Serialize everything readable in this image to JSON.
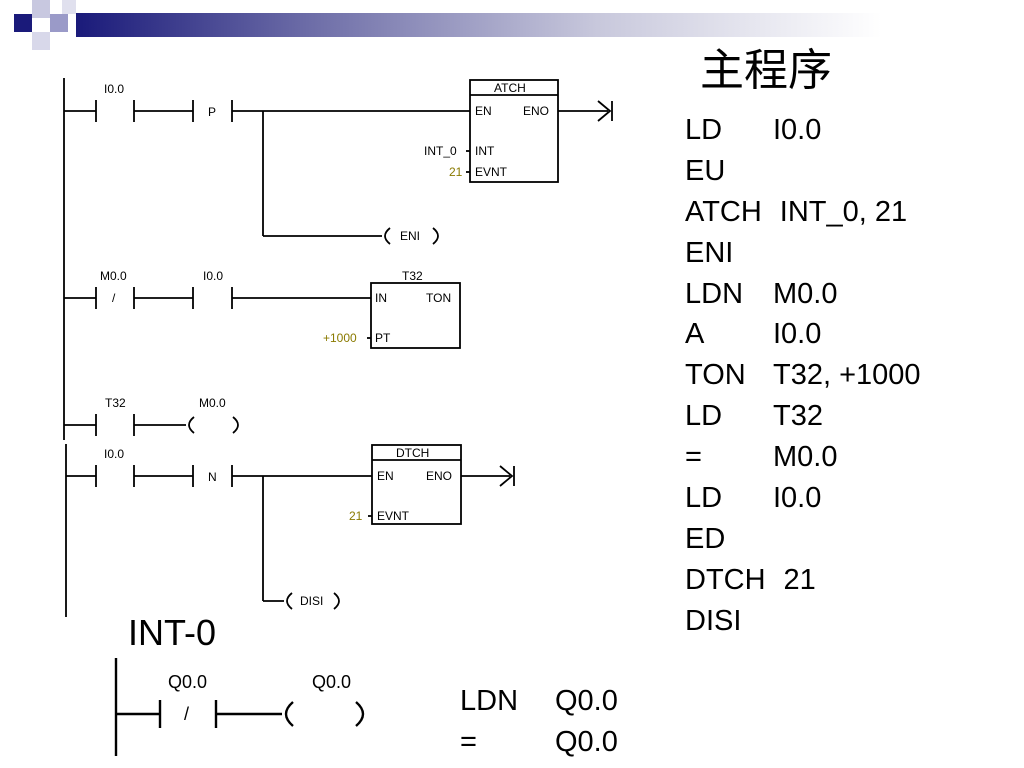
{
  "slide": {
    "title": "主程序",
    "subroutine_title": "INT-0"
  },
  "il_main": [
    {
      "op": "LD",
      "arg": "I0.0"
    },
    {
      "op": "EU",
      "arg": ""
    },
    {
      "op": "ATCH",
      "arg": "INT_0, 21"
    },
    {
      "op": "ENI",
      "arg": ""
    },
    {
      "op": "LDN",
      "arg": "M0.0"
    },
    {
      "op": "A",
      "arg": "I0.0"
    },
    {
      "op": "TON",
      "arg": "T32, +1000"
    },
    {
      "op": "LD",
      "arg": "T32"
    },
    {
      "op": "=",
      "arg": "M0.0"
    },
    {
      "op": "LD",
      "arg": "I0.0"
    },
    {
      "op": "ED",
      "arg": ""
    },
    {
      "op": "DTCH",
      "arg": "21"
    },
    {
      "op": "DISI",
      "arg": ""
    }
  ],
  "il_int": [
    {
      "op": "LDN",
      "arg": "Q0.0"
    },
    {
      "op": "=",
      "arg": "Q0.0"
    }
  ],
  "ladder": {
    "n1": {
      "contact": "I0.0",
      "edge": "P",
      "box": "ATCH",
      "en": "EN",
      "eno": "ENO",
      "in1_label": "INT",
      "in1_val": "INT_0",
      "in2_label": "EVNT",
      "in2_val": "21",
      "coil": "ENI"
    },
    "n2": {
      "contact1": "M0.0",
      "contact1_sym": "/",
      "contact2": "I0.0",
      "box": "T32",
      "in": "IN",
      "type": "TON",
      "pt_label": "PT",
      "pt_val": "+1000"
    },
    "n3": {
      "contact": "T32",
      "coil": "M0.0"
    },
    "n4": {
      "contact": "I0.0",
      "edge": "N",
      "box": "DTCH",
      "en": "EN",
      "eno": "ENO",
      "in_label": "EVNT",
      "in_val": "21",
      "coil": "DISI"
    },
    "int0": {
      "contact": "Q0.0",
      "contact_sym": "/",
      "coil": "Q0.0"
    }
  },
  "colors": {
    "value_text": "#8a7a00",
    "accent": "#1a1a7a"
  }
}
